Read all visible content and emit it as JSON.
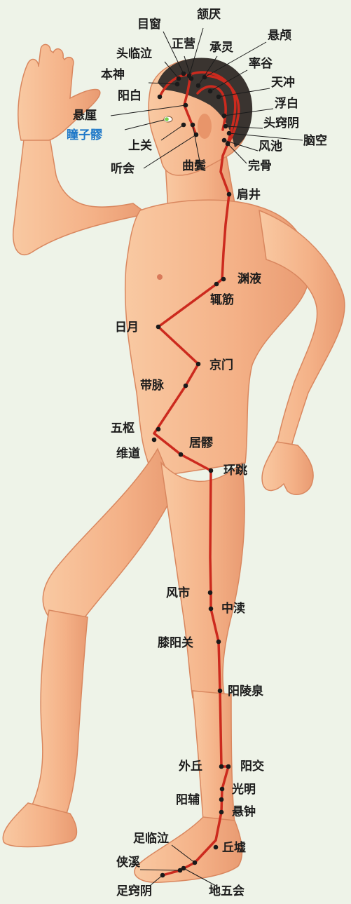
{
  "colors": {
    "background": "#eef3e8",
    "skin": "#f5b98c",
    "skin_shade": "#e8956a",
    "meridian": "#cc2a1e",
    "point": "#1a1a1a",
    "label": "#1c1c1c",
    "highlight_label": "#1e78c8",
    "hair": "#3a3430"
  },
  "points": {
    "hanyan": "颔厌",
    "muchuang": "目窗",
    "xuanlu": "悬颅",
    "zhengying": "正营",
    "chengling": "承灵",
    "toulinqi": "头临泣",
    "shuaigu": "率谷",
    "benshen": "本神",
    "tianchong": "天冲",
    "yangbai": "阳白",
    "fubai": "浮白",
    "xuanli": "悬厘",
    "touqiaoyin": "头窍阴",
    "naokong": "脑空",
    "tongziliao": "瞳子髎",
    "fengchi": "风池",
    "shangguan": "上关",
    "wangu": "完骨",
    "tinghui": "听会",
    "qubin": "曲鬓",
    "jianjing": "肩井",
    "yuanye": "渊液",
    "zhejin": "辄筋",
    "riyue": "日月",
    "jingmen": "京门",
    "daimai": "带脉",
    "wushu": "五枢",
    "juliao": "居髎",
    "weidao": "维道",
    "huantiao": "环跳",
    "fengshi": "风市",
    "zhongdu": "中渎",
    "xiyangguan": "膝阳关",
    "yanglingquan": "阳陵泉",
    "waiqiu": "外丘",
    "yangjiao": "阳交",
    "guangming": "光明",
    "yangfu": "阳辅",
    "xuanzhong": "悬钟",
    "zulinqi": "足临泣",
    "qiuxu": "丘墟",
    "xiaxi": "侠溪",
    "zuqiaoyin": "足窍阴",
    "diwuhui": "地五会"
  }
}
